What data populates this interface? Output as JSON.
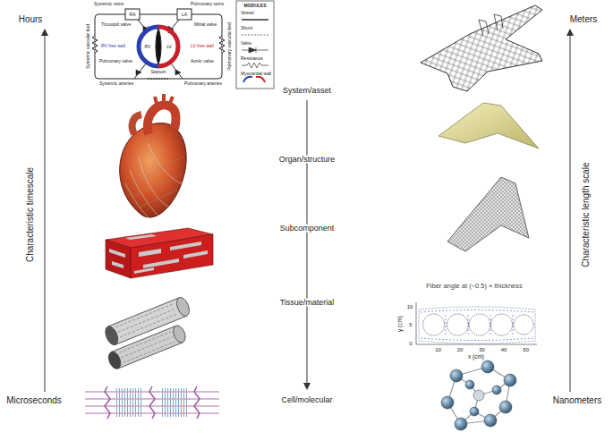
{
  "diagram": {
    "labels": [
      "Hours",
      "Characteristic timescale",
      "Microseconds",
      "Meters",
      "Characteristic length scale",
      "Nanometers",
      "System/asset",
      "Organ/structure",
      "Subcomponent",
      "Tissue/material",
      "Cell/molecular",
      "Fiber angle at (−0.5) × thickness",
      "y (cm)",
      "x (cm)",
      "0",
      "5",
      "10",
      "10",
      "20",
      "30",
      "40",
      "50",
      "Systemic veins",
      "Pulmonary veins",
      "RA",
      "LA",
      "Tricuspid valve",
      "Mitral valve",
      "RV free wall",
      "Septum",
      "LV free wall",
      "Pulmonary valve",
      "Aortic valve",
      "Systemic vascular bed",
      "Pulmonary vascular bed",
      "Systemic arteries",
      "Pulmonary arteries",
      "RV",
      "LV",
      "MODULES"
    ],
    "legend": [
      {
        "text": "Vessel"
      },
      {
        "text": "Shunt"
      },
      {
        "text": "Valve"
      },
      {
        "text": "Resistance"
      },
      {
        "text": "Myocardial wall"
      }
    ]
  }
}
